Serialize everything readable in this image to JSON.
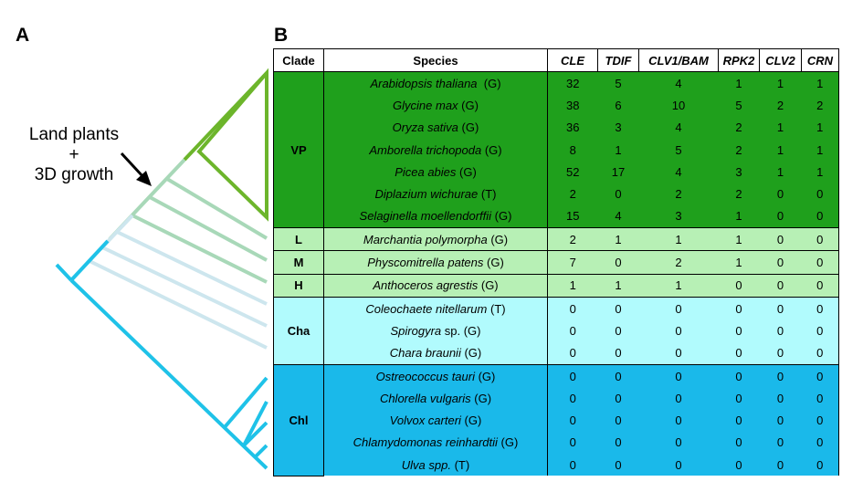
{
  "colors": {
    "vp": "#1fa01c",
    "vp_line": "#6cb52b",
    "light_green": "#b7f0b5",
    "light_green_line": "#a8d8b8",
    "cha": "#b1fbfd",
    "cha_line": "#cde6ee",
    "chl": "#1ab9ea",
    "chl_line": "#1fc2e8"
  },
  "panel_a": {
    "label": "A",
    "annotation_line1": "Land plants",
    "annotation_line2": "+",
    "annotation_line3": "3D growth"
  },
  "panel_b": {
    "label": "B",
    "headers": [
      "Clade",
      "Species",
      "CLE",
      "TDIF",
      "CLV1/BAM",
      "RPK2",
      "CLV2",
      "CRN"
    ],
    "groups": [
      {
        "clade": "VP",
        "color_key": "vp",
        "rows": [
          {
            "sci": "Arabidopsis thaliana",
            "rest": "  (G)",
            "values": [
              "32",
              "5",
              "4",
              "1",
              "1",
              "1"
            ]
          },
          {
            "sci": "Glycine max",
            "rest": " (G)",
            "values": [
              "38",
              "6",
              "10",
              "5",
              "2",
              "2"
            ]
          },
          {
            "sci": "Oryza sativa",
            "rest": " (G)",
            "values": [
              "36",
              "3",
              "4",
              "2",
              "1",
              "1"
            ]
          },
          {
            "sci": "Amborella trichopoda",
            "rest": " (G)",
            "values": [
              "8",
              "1",
              "5",
              "2",
              "1",
              "1"
            ]
          },
          {
            "sci": "Picea abies",
            "rest": " (G)",
            "values": [
              "52",
              "17",
              "4",
              "3",
              "1",
              "1"
            ]
          },
          {
            "sci": "Diplazium wichurae",
            "rest": " (T)",
            "values": [
              "2",
              "0",
              "2",
              "2",
              "0",
              "0"
            ]
          },
          {
            "sci": "Selaginella moellendorffii",
            "rest": " (G)",
            "values": [
              "15",
              "4",
              "3",
              "1",
              "0",
              "0"
            ]
          }
        ]
      },
      {
        "clade": "L",
        "color_key": "light_green",
        "rows": [
          {
            "sci": "Marchantia polymorpha",
            "rest": " (G)",
            "values": [
              "2",
              "1",
              "1",
              "1",
              "0",
              "0"
            ]
          }
        ]
      },
      {
        "clade": "M",
        "color_key": "light_green",
        "rows": [
          {
            "sci": "Physcomitrella patens",
            "rest": " (G)",
            "values": [
              "7",
              "0",
              "2",
              "1",
              "0",
              "0"
            ]
          }
        ]
      },
      {
        "clade": "H",
        "color_key": "light_green",
        "rows": [
          {
            "sci": "Anthoceros agrestis",
            "rest": " (G)",
            "values": [
              "1",
              "1",
              "1",
              "0",
              "0",
              "0"
            ]
          }
        ]
      },
      {
        "clade": "Cha",
        "color_key": "cha",
        "rows": [
          {
            "sci": "Coleochaete nitellarum",
            "rest": " (T)",
            "values": [
              "0",
              "0",
              "0",
              "0",
              "0",
              "0"
            ]
          },
          {
            "sci": "Spirogyra",
            "rest": " sp. (G)",
            "values": [
              "0",
              "0",
              "0",
              "0",
              "0",
              "0"
            ]
          },
          {
            "sci": "Chara braunii",
            "rest": " (G)",
            "values": [
              "0",
              "0",
              "0",
              "0",
              "0",
              "0"
            ]
          }
        ]
      },
      {
        "clade": "Chl",
        "color_key": "chl",
        "rows": [
          {
            "sci": "Ostreococcus tauri",
            "rest": " (G)",
            "values": [
              "0",
              "0",
              "0",
              "0",
              "0",
              "0"
            ]
          },
          {
            "sci": "Chlorella vulgaris",
            "rest": " (G)",
            "values": [
              "0",
              "0",
              "0",
              "0",
              "0",
              "0"
            ]
          },
          {
            "sci": "Volvox carteri",
            "rest": " (G)",
            "values": [
              "0",
              "0",
              "0",
              "0",
              "0",
              "0"
            ]
          },
          {
            "sci": "Chlamydomonas reinhardtii",
            "rest": " (G)",
            "values": [
              "0",
              "0",
              "0",
              "0",
              "0",
              "0"
            ]
          },
          {
            "sci": "Ulva spp.",
            "rest": " (T)",
            "values": [
              "0",
              "0",
              "0",
              "0",
              "0",
              "0"
            ]
          }
        ]
      }
    ]
  }
}
